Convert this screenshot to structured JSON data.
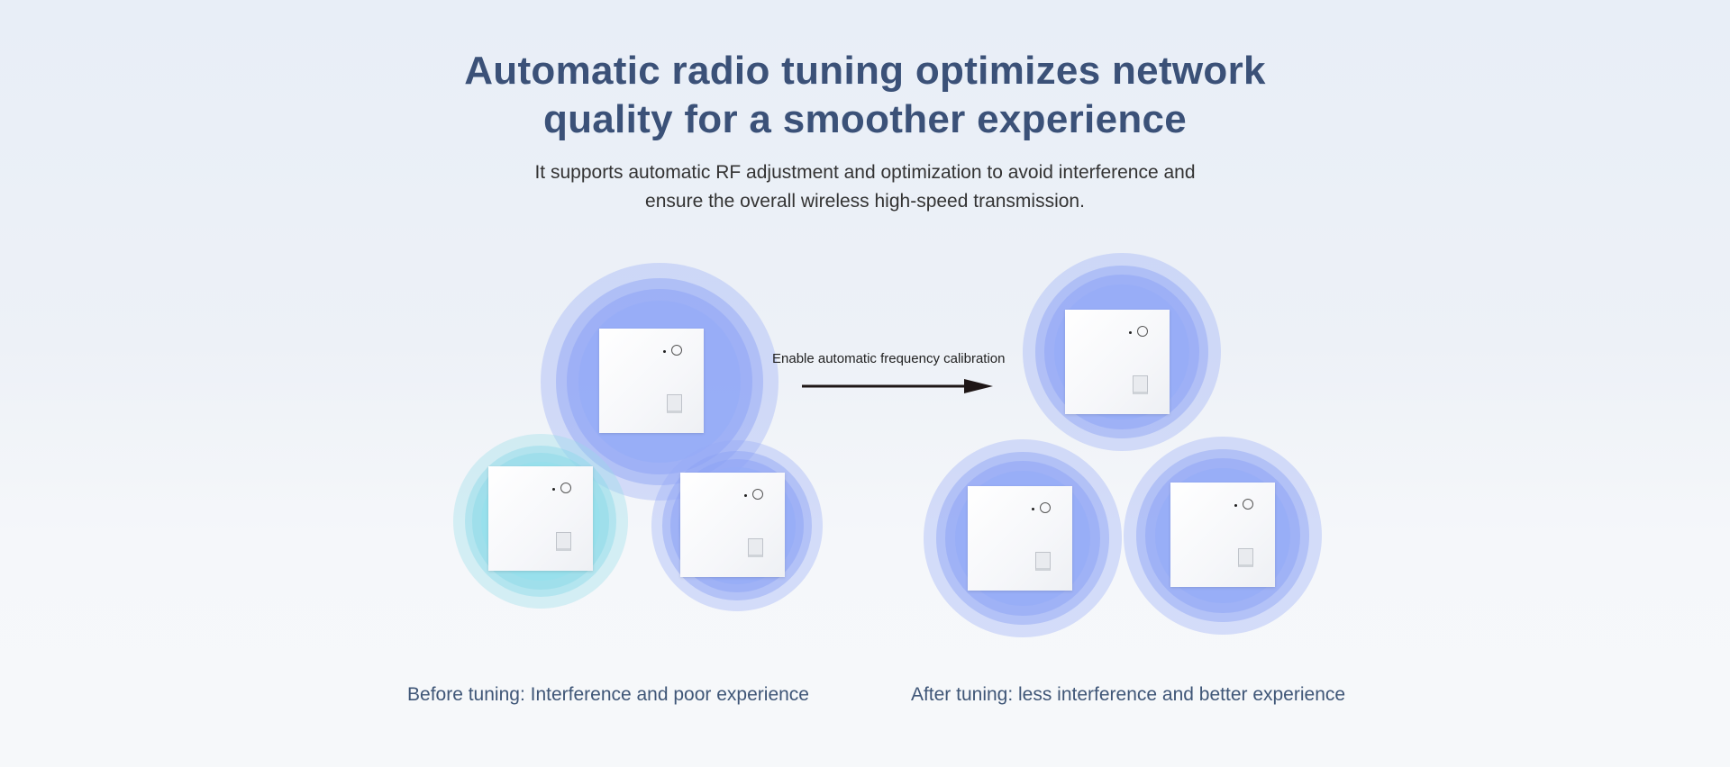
{
  "heading": {
    "line1": "Automatic radio tuning optimizes network",
    "line2": "quality for a smoother experience"
  },
  "subheading": {
    "line1": "It supports automatic RF adjustment and optimization to avoid interference and",
    "line2": "ensure the overall wireless high-speed transmission."
  },
  "arrow_label": "Enable automatic frequency calibration",
  "captions": {
    "before": "Before tuning: Interference and poor experience",
    "after": "After tuning: less interference and better experience"
  },
  "colors": {
    "heading": "#3b5178",
    "signal_blue": "#9aaef7",
    "signal_teal": "#9ee2ea"
  }
}
